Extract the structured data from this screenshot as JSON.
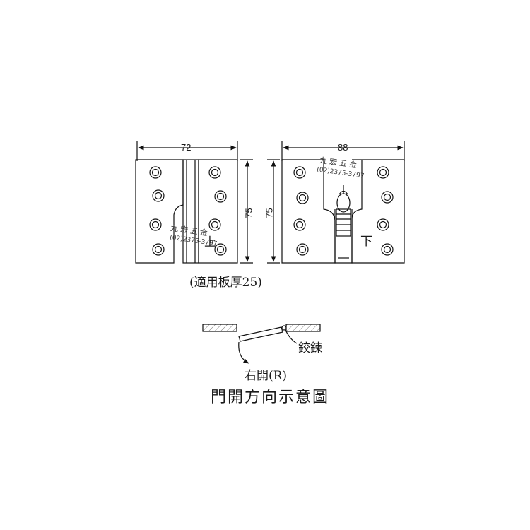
{
  "left_hinge": {
    "width_dim": "72",
    "height_dim": "75",
    "side_label": "上",
    "watermark_name": "九宏五金",
    "watermark_phone": "(02)2375-3797"
  },
  "right_hinge": {
    "width_dim": "88",
    "height_dim": "75",
    "side_label": "下",
    "watermark_name": "九宏五金",
    "watermark_phone": "(02)2375-3797"
  },
  "thickness_note": "(適用板厚25)",
  "door_diagram": {
    "hinge_label": "鉸鍊",
    "opening_label": "右開(R)",
    "caption": "門開方向示意圖"
  }
}
